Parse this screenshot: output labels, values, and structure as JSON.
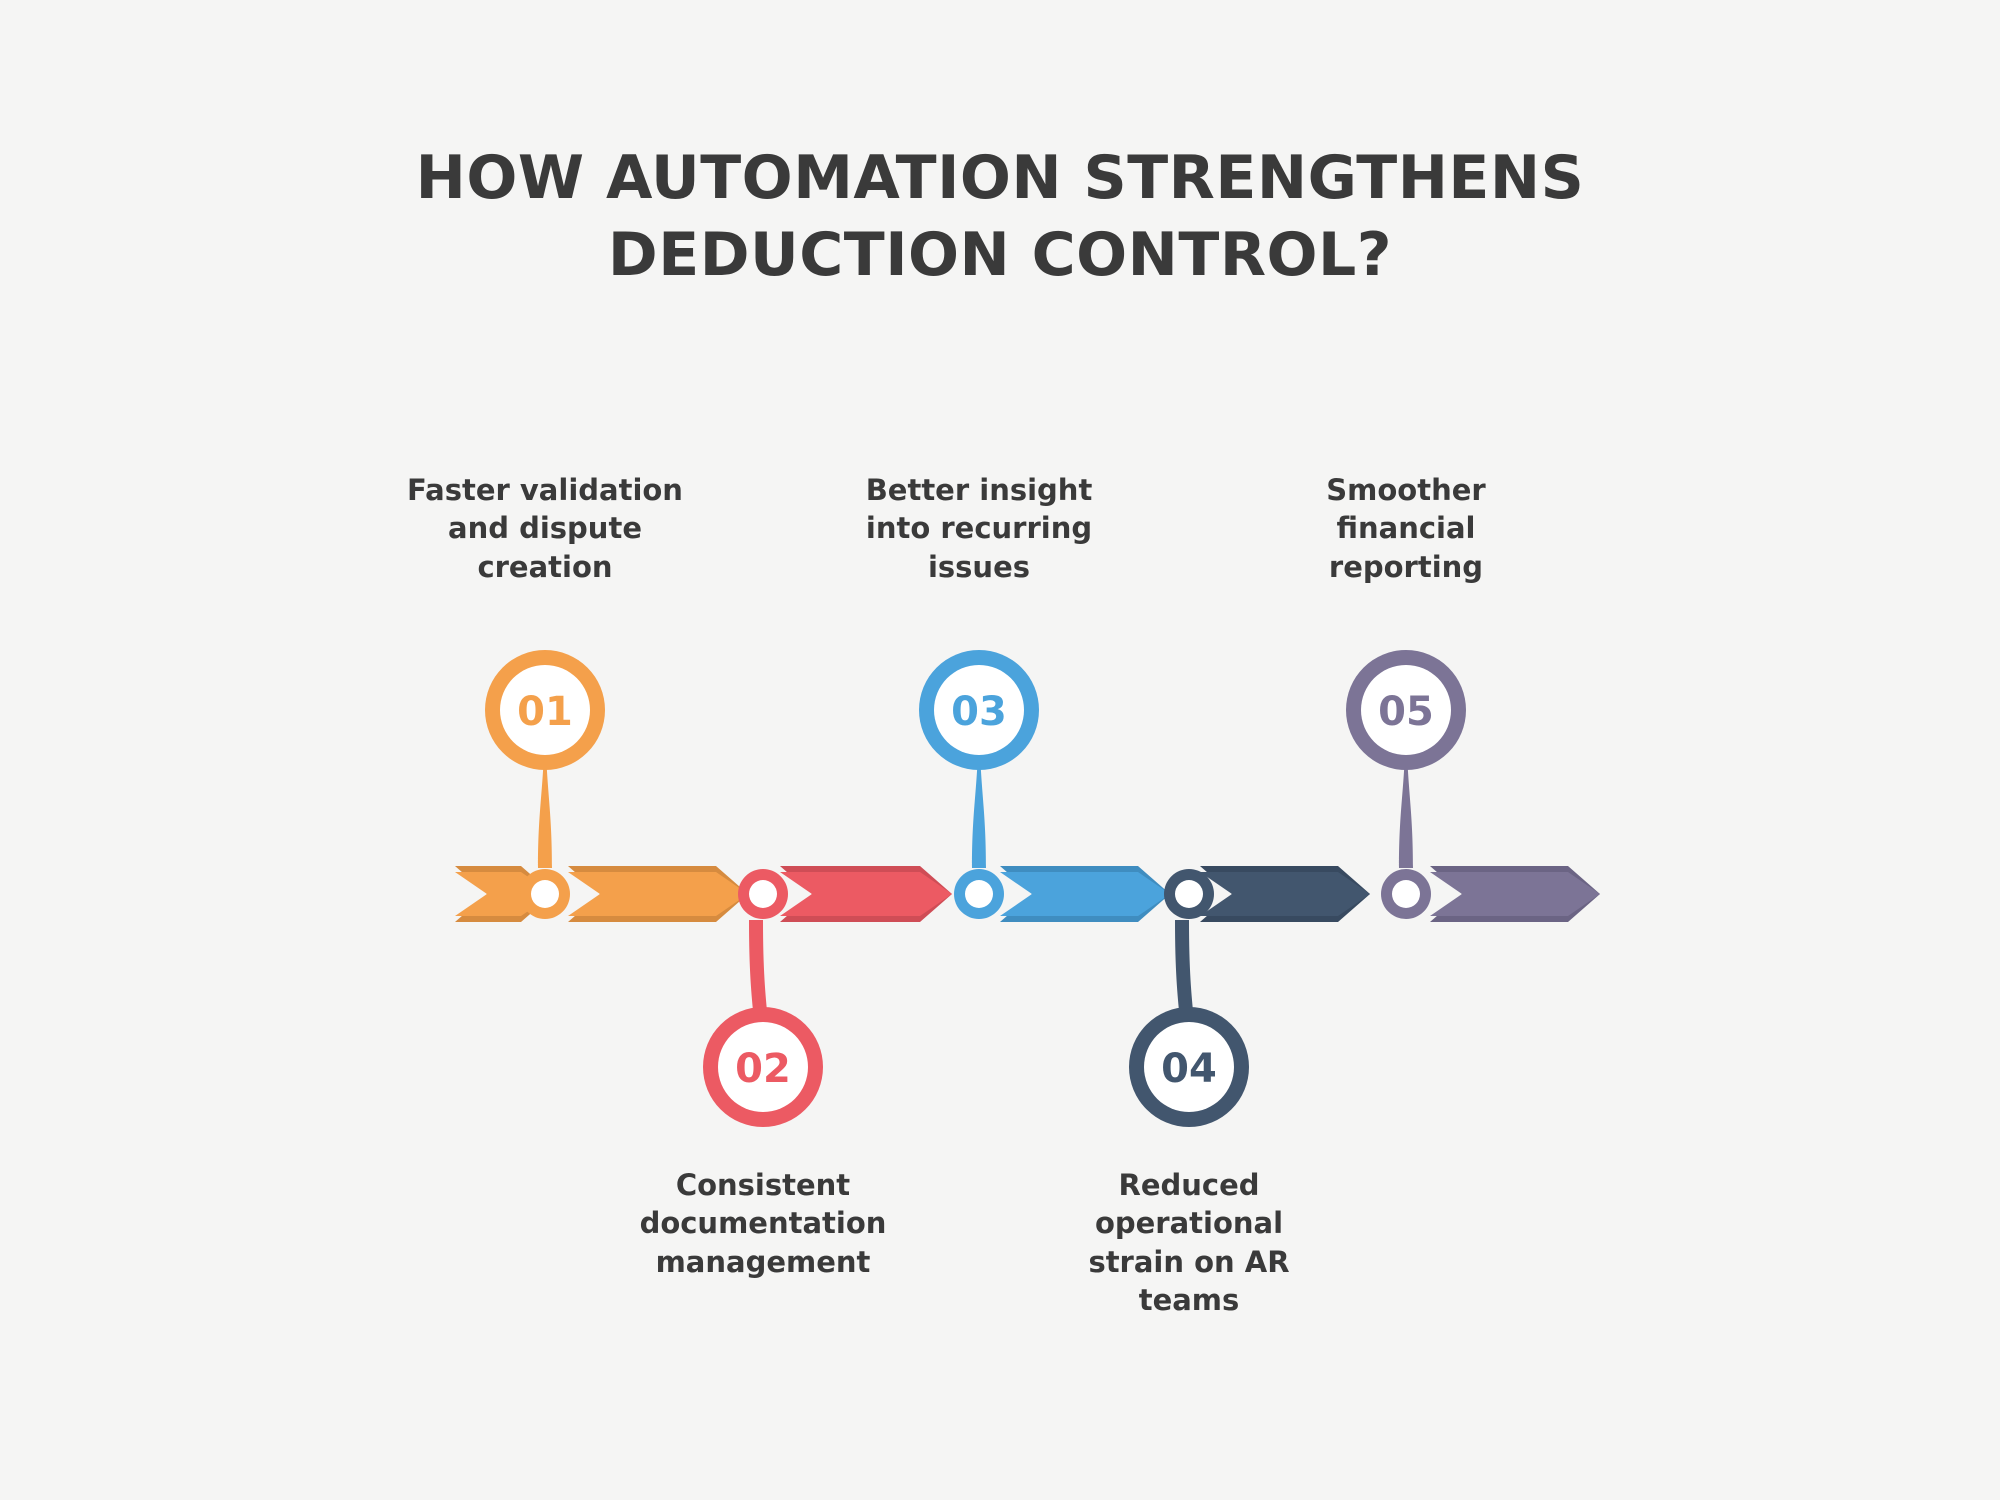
{
  "page": {
    "background_color": "#f5f5f4",
    "text_color": "#3a3a3a"
  },
  "header": {
    "title_line1": "HOW AUTOMATION STRENGTHENS",
    "title_line2": "DEDUCTION CONTROL?"
  },
  "timeline": {
    "steps": [
      {
        "number": "01",
        "label": "Faster validation and dispute creation",
        "label_lines": [
          "Faster validation",
          "and dispute",
          "creation"
        ],
        "position": "above",
        "color": "#f4a04b"
      },
      {
        "number": "02",
        "label": "Consistent documentation management",
        "label_lines": [
          "Consistent",
          "documentation",
          "management"
        ],
        "position": "below",
        "color": "#ec5a63"
      },
      {
        "number": "03",
        "label": "Better insight into recurring issues",
        "label_lines": [
          "Better insight",
          "into recurring",
          "issues"
        ],
        "position": "above",
        "color": "#4ba3dc"
      },
      {
        "number": "04",
        "label": "Reduced operational strain on AR teams",
        "label_lines": [
          "Reduced",
          "operational",
          "strain on AR",
          "teams"
        ],
        "position": "below",
        "color": "#42566e"
      },
      {
        "number": "05",
        "label": "Smoother financial reporting",
        "label_lines": [
          "Smoother",
          "financial",
          "reporting"
        ],
        "position": "above",
        "color": "#7c7496"
      }
    ],
    "band_segments": [
      {
        "color": "#f4a04b",
        "shade": "#d68b3f"
      },
      {
        "color": "#f4a04b",
        "shade": "#d68b3f"
      },
      {
        "color": "#ec5a63",
        "shade": "#cf4d56"
      },
      {
        "color": "#4ba3dc",
        "shade": "#3f8dc0"
      },
      {
        "color": "#42566e",
        "shade": "#384a60"
      },
      {
        "color": "#7c7496",
        "shade": "#6b6484"
      }
    ]
  }
}
